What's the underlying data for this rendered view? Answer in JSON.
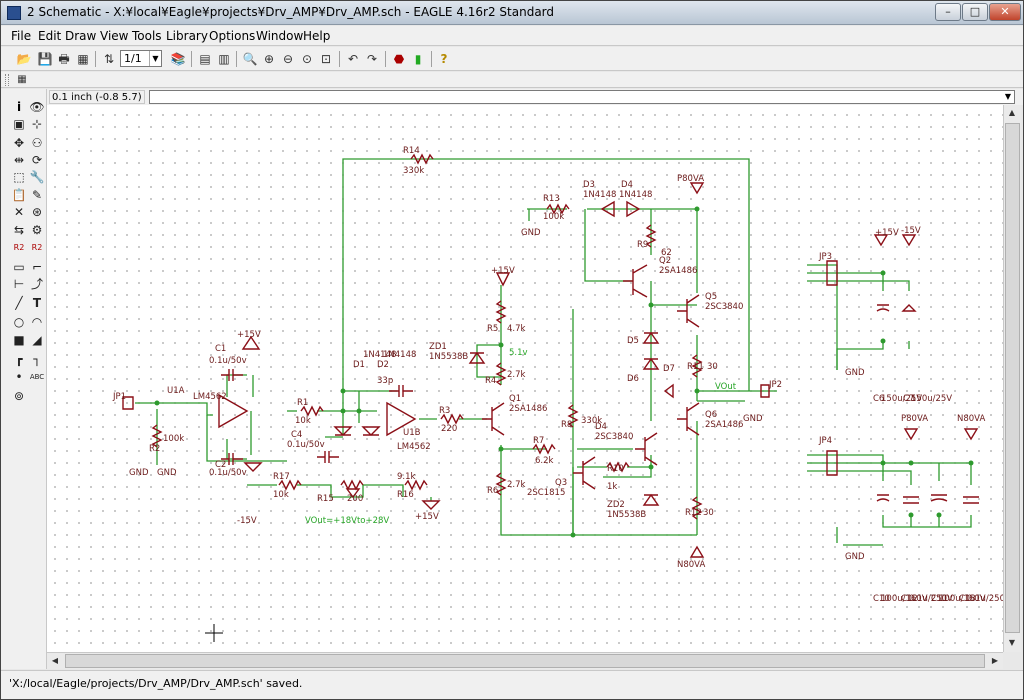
{
  "window": {
    "title": "2 Schematic - X:¥local¥Eagle¥projects¥Drv_AMP¥Drv_AMP.sch - EAGLE 4.16r2 Standard"
  },
  "menu": [
    "File",
    "Edit",
    "Draw",
    "View",
    "Tools",
    "Library",
    "Options",
    "Window",
    "Help"
  ],
  "toolbar": {
    "page": "1/1"
  },
  "coord": "0.1 inch (-0.8 5.7)",
  "status": "'X:/local/Eagle/projects/Drv_AMP/Drv_AMP.sch' saved.",
  "schematic": {
    "colors": {
      "wire": "#2e9a2e",
      "part": "#8b0f17",
      "text": "#6b1a1a",
      "net": "#27a527"
    },
    "labels": {
      "r14": "R14",
      "r14v": "330k",
      "r13": "R13",
      "r13v": "100k",
      "d3": "D3",
      "d3v": "1N4148",
      "d4": "D4",
      "d4v": "1N4148",
      "p80": "P80VA",
      "gnd": "GND",
      "r9": "R9",
      "r9v": "62",
      "q2": "Q2",
      "q2v": "2SA1486",
      "q5": "Q5",
      "q5v": "2SC3840",
      "p15": "+15V",
      "m15": "-15V",
      "r5": "R5",
      "r5v": "4.7k",
      "zd1": "ZD1",
      "zd1v": "1N5538B",
      "v51": "5.1v",
      "d1": "D1",
      "d1v": "1N4148",
      "d2": "D2",
      "d2v": "1N4148",
      "c1": "C1",
      "c1v": "0.1u/50v",
      "u1a": "U1A",
      "lm4562": "LM4562",
      "jp1": "JP1",
      "r2": "R2",
      "r2v": "100k",
      "c2": "C2",
      "c2v": "0.1u/50v",
      "r1": "R1",
      "r1v": "10k",
      "c4": "C4",
      "c4v": "0.1u/50v",
      "c3v": "33p",
      "u1b": "U1B",
      "lm4562b": "LM4562",
      "r3": "R3",
      "r3v": "220",
      "r4": "R4",
      "r4v": "2.7k",
      "q1": "Q1",
      "q1v": "2SA1486",
      "r8": "R8",
      "r8v": "330k",
      "r7": "R7",
      "r7v": "6.2k",
      "d4b": "D4",
      "d4bv": "2SC3840",
      "d5": "D5",
      "d6": "D6",
      "d7": "D7",
      "r11": "R11",
      "r11v": "30",
      "vout": "VOut",
      "jp2": "JP2",
      "q6": "Q6",
      "q6v": "2SA1486",
      "r17": "R17",
      "r17v": "10k",
      "r15": "R15",
      "r15v": "200",
      "r16": "R16",
      "r16v": "9.1k",
      "voutrange": "VOut=+18Vto+28V",
      "r6": "R6",
      "r6v": "2.7k",
      "r10": "R10",
      "r10v": "1k",
      "q3": "Q3",
      "q3v": "2SC1815",
      "zd2": "ZD2",
      "zd2v": "1N5538B",
      "r12": "R12",
      "r12v": "30",
      "n80": "N80VA",
      "jp3": "JP3",
      "c6": "C6",
      "c6v": "150u/25V",
      "c7": "C7",
      "c7v": "150u/25V",
      "jp4": "JP4",
      "c10": "C10",
      "c10v": "100u/160V",
      "c12": "C12",
      "c12v": "0.1u/250V",
      "c11": "C11",
      "c11v": "100u/160V",
      "c13": "C13",
      "c13v": "0.1u/250V"
    }
  }
}
